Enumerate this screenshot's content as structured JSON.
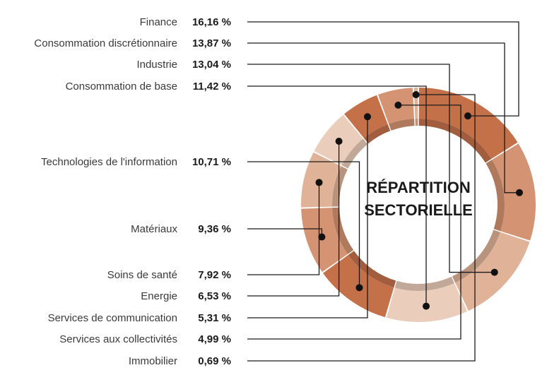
{
  "chart_data": {
    "type": "pie",
    "variant": "donut",
    "title": "RÉPARTITION SECTORIELLE",
    "title_lines": [
      "RÉPARTITION",
      "SECTORIELLE"
    ],
    "legend": "left",
    "slices": [
      {
        "label": "Finance",
        "value": 16.16,
        "display": "16,16 %",
        "color": "#c4714a"
      },
      {
        "label": "Consommation discrétionnaire",
        "value": 13.87,
        "display": "13,87 %",
        "color": "#d49372"
      },
      {
        "label": "Industrie",
        "value": 13.04,
        "display": "13,04 %",
        "color": "#e0b398"
      },
      {
        "label": "Consommation de base",
        "value": 11.42,
        "display": "11,42 %",
        "color": "#ebcdbb"
      },
      {
        "label": "Technologies de l'information",
        "value": 10.71,
        "display": "10,71 %",
        "color": "#c4714a"
      },
      {
        "label": "Matériaux",
        "value": 9.36,
        "display": "9,36 %",
        "color": "#d49372"
      },
      {
        "label": "Soins de santé",
        "value": 7.92,
        "display": "7,92 %",
        "color": "#e0b398"
      },
      {
        "label": "Energie",
        "value": 6.53,
        "display": "6,53 %",
        "color": "#ebcdbb"
      },
      {
        "label": "Services de communication",
        "value": 5.31,
        "display": "5,31 %",
        "color": "#c4714a"
      },
      {
        "label": "Services aux collectivités",
        "value": 4.99,
        "display": "4,99 %",
        "color": "#d49372"
      },
      {
        "label": "Immobilier",
        "value": 0.69,
        "display": "0,69 %",
        "color": "#e0b398"
      }
    ]
  }
}
